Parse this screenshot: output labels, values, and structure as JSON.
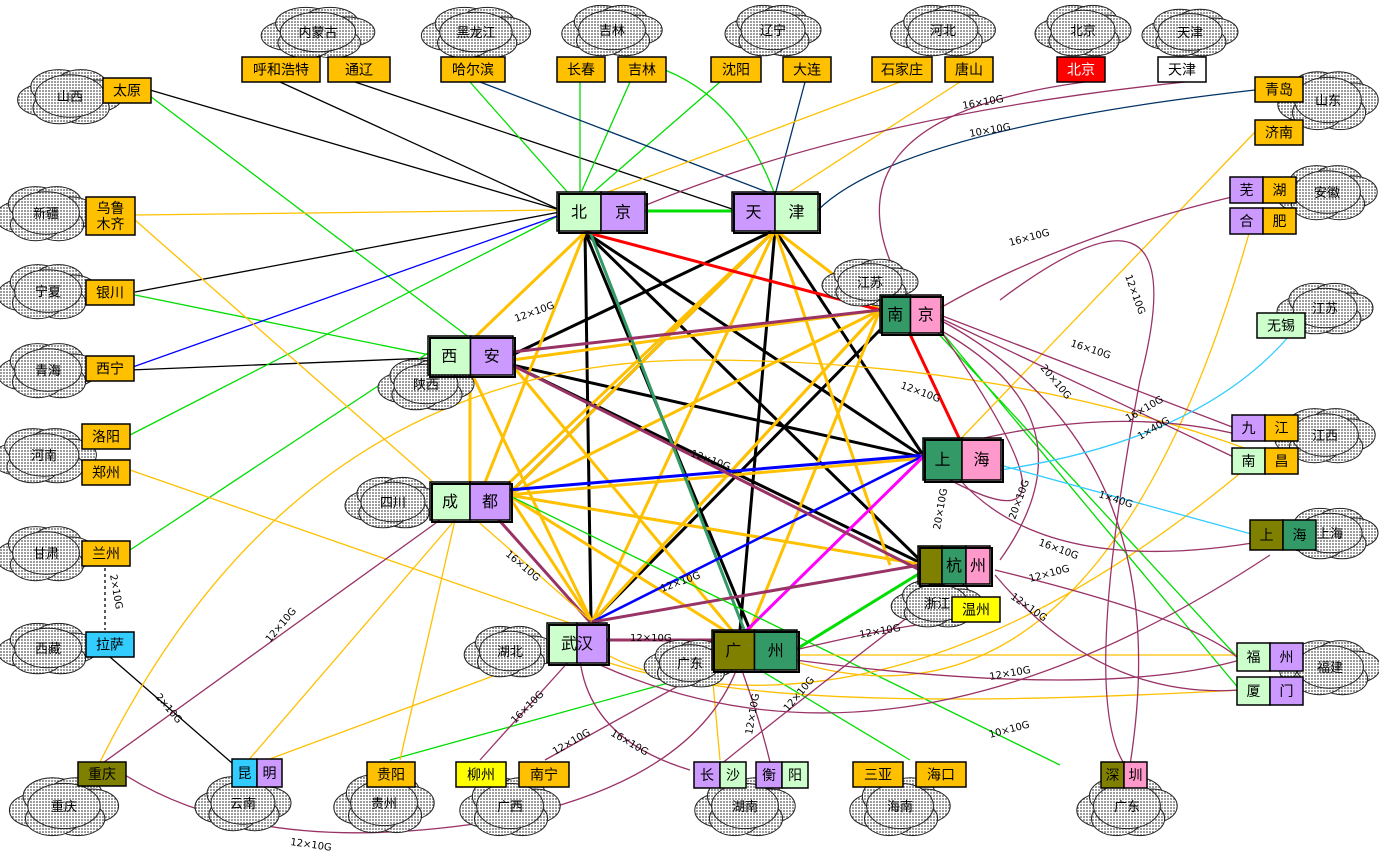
{
  "colors": {
    "yellow": "#ffc000",
    "purple": "#cc99ff",
    "lightgreen": "#ccffcc",
    "green": "#339966",
    "olive": "#808000",
    "pink": "#ff99cc",
    "red": "#ff0000",
    "blue": "#0000ff",
    "cyan": "#33ccff",
    "brightyellow": "#ffff00",
    "white": "#ffffff",
    "link_gold": "#ffc000",
    "link_black": "#000000",
    "link_green": "#00dd00",
    "link_plum": "#993366",
    "link_navy": "#003366",
    "link_teal": "#339966",
    "link_magenta": "#ff00ff",
    "link_sky": "#33ccff"
  },
  "clouds": [
    {
      "id": "c-neimenggu",
      "text": "内蒙古"
    },
    {
      "id": "c-heilongjiang",
      "text": "黑龙江"
    },
    {
      "id": "c-jilin",
      "text": "吉林"
    },
    {
      "id": "c-liaoning",
      "text": "辽宁"
    },
    {
      "id": "c-hebei",
      "text": "河北"
    },
    {
      "id": "c-beijing",
      "text": "北京"
    },
    {
      "id": "c-tianjin",
      "text": "天津"
    },
    {
      "id": "c-shandong",
      "text": "山东"
    },
    {
      "id": "c-anhui",
      "text": "安徽"
    },
    {
      "id": "c-jiangsu-wx",
      "text": "江苏"
    },
    {
      "id": "c-jiangxi",
      "text": "江西"
    },
    {
      "id": "c-shanghai",
      "text": "上海"
    },
    {
      "id": "c-fujian",
      "text": "福建"
    },
    {
      "id": "c-shanxi",
      "text": "山西"
    },
    {
      "id": "c-xinjiang",
      "text": "新疆"
    },
    {
      "id": "c-ningxia",
      "text": "宁夏"
    },
    {
      "id": "c-qinghai",
      "text": "青海"
    },
    {
      "id": "c-henan",
      "text": "河南"
    },
    {
      "id": "c-gansu",
      "text": "甘肃"
    },
    {
      "id": "c-xizang",
      "text": "西藏"
    },
    {
      "id": "c-chongqing",
      "text": "重庆"
    },
    {
      "id": "c-yunnan",
      "text": "云南"
    },
    {
      "id": "c-guizhou",
      "text": "贵州"
    },
    {
      "id": "c-guangxi",
      "text": "广西"
    },
    {
      "id": "c-hunan",
      "text": "湖南"
    },
    {
      "id": "c-hainan",
      "text": "海南"
    },
    {
      "id": "c-guangdong-sz",
      "text": "广东"
    },
    {
      "id": "c-shaanxi",
      "text": "陕西"
    },
    {
      "id": "c-sichuan",
      "text": "四川"
    },
    {
      "id": "c-hubei",
      "text": "湖北"
    },
    {
      "id": "c-guangdong",
      "text": "广东"
    },
    {
      "id": "c-zhejiang",
      "text": "浙江"
    },
    {
      "id": "c-jiangsu-nj",
      "text": "江苏"
    }
  ],
  "cities": [
    {
      "id": "huhehaote",
      "text": "呼和浩特"
    },
    {
      "id": "tongliao",
      "text": "通辽"
    },
    {
      "id": "haerbin",
      "text": "哈尔滨"
    },
    {
      "id": "changchun",
      "text": "长春"
    },
    {
      "id": "jilin",
      "text": "吉林"
    },
    {
      "id": "shenyang",
      "text": "沈阳"
    },
    {
      "id": "dalian",
      "text": "大连"
    },
    {
      "id": "shijiazhuang",
      "text": "石家庄"
    },
    {
      "id": "tangshan",
      "text": "唐山"
    },
    {
      "id": "beijing-local",
      "text": "北京"
    },
    {
      "id": "tianjin-local",
      "text": "天津"
    },
    {
      "id": "qingdao",
      "text": "青岛"
    },
    {
      "id": "jinan",
      "text": "济南"
    },
    {
      "id": "taiyuan",
      "text": "太原"
    },
    {
      "id": "wulumuqi",
      "text": "乌鲁\n木齐"
    },
    {
      "id": "yinchuan",
      "text": "银川"
    },
    {
      "id": "xining",
      "text": "西宁"
    },
    {
      "id": "luoyang",
      "text": "洛阳"
    },
    {
      "id": "zhengzhou",
      "text": "郑州"
    },
    {
      "id": "lanzhou",
      "text": "兰州"
    },
    {
      "id": "lasa",
      "text": "拉萨"
    },
    {
      "id": "chongqing",
      "text": "重庆"
    },
    {
      "id": "guiyang",
      "text": "贵阳"
    },
    {
      "id": "liuzhou",
      "text": "柳州"
    },
    {
      "id": "nanning",
      "text": "南宁"
    },
    {
      "id": "sanya",
      "text": "三亚"
    },
    {
      "id": "haikou",
      "text": "海口"
    },
    {
      "id": "wenzhou",
      "text": "温州"
    },
    {
      "id": "wuxi",
      "text": "无锡"
    }
  ],
  "split_nodes": [
    {
      "id": "wuhu",
      "left": "芜",
      "right": "湖"
    },
    {
      "id": "hefei",
      "left": "合",
      "right": "肥"
    },
    {
      "id": "jiujiang",
      "left": "九",
      "right": "江"
    },
    {
      "id": "nanchang",
      "left": "南",
      "right": "昌"
    },
    {
      "id": "fuzhou",
      "left": "福",
      "right": "州"
    },
    {
      "id": "xiamen",
      "left": "厦",
      "right": "门"
    },
    {
      "id": "kunming",
      "left": "昆",
      "right": "明"
    },
    {
      "id": "changsha",
      "left": "长",
      "right": "沙"
    },
    {
      "id": "hengyang",
      "left": "衡",
      "right": "阳"
    },
    {
      "id": "shenzhen",
      "left": "深",
      "right": "圳"
    },
    {
      "id": "shanghai-local",
      "left": "上",
      "right": "海"
    }
  ],
  "core_nodes": [
    {
      "id": "beijing",
      "left": "北",
      "right": "京"
    },
    {
      "id": "tianjin",
      "left": "天",
      "right": "津"
    },
    {
      "id": "nanjing",
      "left": "南",
      "right": "京"
    },
    {
      "id": "shanghai",
      "left": "上",
      "right": "海"
    },
    {
      "id": "hangzhou",
      "left": "杭",
      "right": "州"
    },
    {
      "id": "guangzhou",
      "left": "广",
      "right": "州"
    },
    {
      "id": "wuhan",
      "left": "武汉",
      "right": ""
    },
    {
      "id": "chengdu",
      "left": "成",
      "right": "都"
    },
    {
      "id": "xian",
      "left": "西",
      "right": "安"
    }
  ],
  "link_labels": [
    {
      "id": "l1",
      "text": "16×10G"
    },
    {
      "id": "l2",
      "text": "10×10G"
    },
    {
      "id": "l3",
      "text": "16×10G"
    },
    {
      "id": "l4",
      "text": "12×10G"
    },
    {
      "id": "l5",
      "text": "16×10G"
    },
    {
      "id": "l6",
      "text": "12×10G"
    },
    {
      "id": "l7",
      "text": "20×10G"
    },
    {
      "id": "l8",
      "text": "12×10G"
    },
    {
      "id": "l9",
      "text": "16×10G"
    },
    {
      "id": "l10",
      "text": "1×40G"
    },
    {
      "id": "l11",
      "text": "1×40G"
    },
    {
      "id": "l12",
      "text": "20×10G"
    },
    {
      "id": "l13",
      "text": "20×10G"
    },
    {
      "id": "l14",
      "text": "16×10G"
    },
    {
      "id": "l15",
      "text": "12×10G"
    },
    {
      "id": "l16",
      "text": "12×10G"
    },
    {
      "id": "l17",
      "text": "12×10G"
    },
    {
      "id": "l18",
      "text": "16×10G"
    },
    {
      "id": "l19",
      "text": "12×10G"
    },
    {
      "id": "l20",
      "text": "12×10G"
    },
    {
      "id": "l21",
      "text": "12×10G"
    },
    {
      "id": "l22",
      "text": "12×10G"
    },
    {
      "id": "l23",
      "text": "12×10G"
    },
    {
      "id": "l24",
      "text": "12×10G"
    },
    {
      "id": "l25",
      "text": "16×10G"
    },
    {
      "id": "l26",
      "text": "12×10G"
    },
    {
      "id": "l27",
      "text": "16×10G"
    },
    {
      "id": "l28",
      "text": "10×10G"
    },
    {
      "id": "l29",
      "text": "12×10G"
    },
    {
      "id": "l30",
      "text": "12×10G"
    },
    {
      "id": "l31",
      "text": "2×10G"
    },
    {
      "id": "l32",
      "text": "2×10G"
    }
  ]
}
